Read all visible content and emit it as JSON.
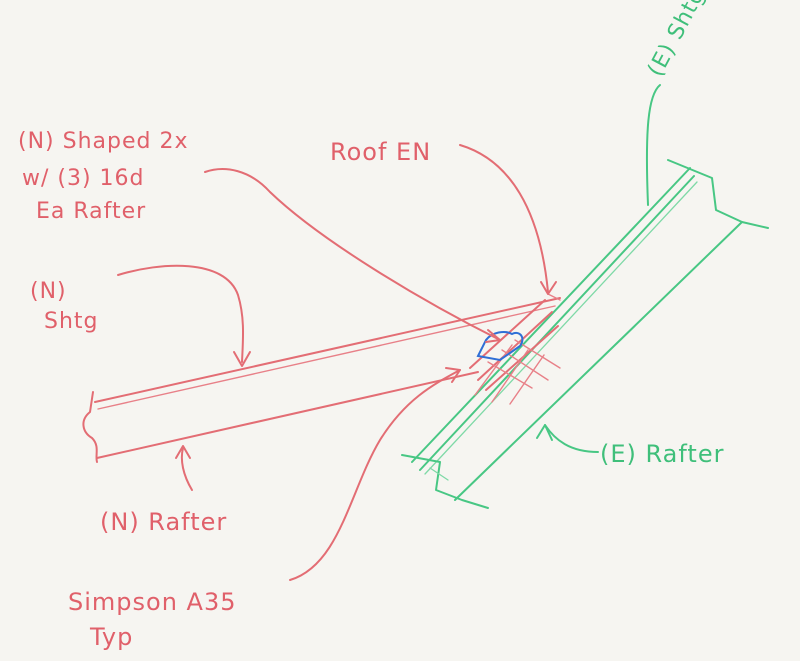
{
  "colors": {
    "new_work": "#e0606a",
    "existing_work": "#3fbf7a",
    "clip": "#2f6fd6",
    "paper": "#f6f5f1"
  },
  "labels": {
    "shaped_2x_line1": "(N) Shaped 2x",
    "shaped_2x_line2": "w/ (3) 16d",
    "shaped_2x_line3": "Ea Rafter",
    "roof_en": "Roof EN",
    "existing_sheathing": "(E) Shtg",
    "new_sheathing_line1": "(N)",
    "new_sheathing_line2": "Shtg",
    "new_rafter": "(N) Rafter",
    "existing_rafter": "(E) Rafter",
    "simpson_line1": "Simpson A35",
    "simpson_line2": "Typ"
  }
}
